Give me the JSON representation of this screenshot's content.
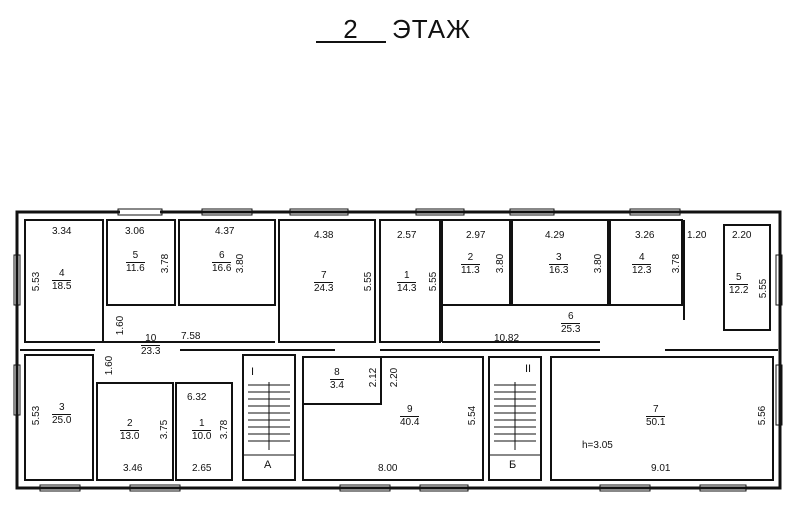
{
  "title": {
    "floor_number": "2",
    "floor_word": "ЭТАЖ"
  },
  "rooms": [
    {
      "num": "4",
      "area": "18.5"
    },
    {
      "num": "5",
      "area": "11.6"
    },
    {
      "num": "6",
      "area": "16.6"
    },
    {
      "num": "7",
      "area": "24.3"
    },
    {
      "num": "1",
      "area": "14.3"
    },
    {
      "num": "2",
      "area": "11.3"
    },
    {
      "num": "3",
      "area": "16.3"
    },
    {
      "num": "4",
      "area": "12.3"
    },
    {
      "num": "5",
      "area": "12.2"
    },
    {
      "num": "10",
      "area": "23.3"
    },
    {
      "num": "6",
      "area": "25.3"
    },
    {
      "num": "3",
      "area": "25.0"
    },
    {
      "num": "2",
      "area": "13.0"
    },
    {
      "num": "1",
      "area": "10.0"
    },
    {
      "num": "8",
      "area": "3.4"
    },
    {
      "num": "9",
      "area": "40.4"
    },
    {
      "num": "7",
      "area": "50.1"
    }
  ],
  "dimensions": {
    "h": [
      "3.34",
      "3.06",
      "4.37",
      "4.38",
      "2.57",
      "2.97",
      "4.29",
      "3.26",
      "1.20",
      "2.20",
      "7.58",
      "10.82",
      "6.32",
      "3.46",
      "2.65",
      "8.00",
      "9.01"
    ],
    "v": [
      "5.53",
      "3.78",
      "3.80",
      "5.55",
      "5.55",
      "3.80",
      "3.80",
      "3.78",
      "5.55",
      "1.60",
      "1.60",
      "5.53",
      "3.75",
      "3.78",
      "2.12",
      "2.20",
      "5.54",
      "5.56"
    ]
  },
  "stairs": {
    "left_roman": "I",
    "left_letter": "А",
    "right_roman": "II",
    "right_letter": "Б"
  },
  "height_note": "h=3.05"
}
